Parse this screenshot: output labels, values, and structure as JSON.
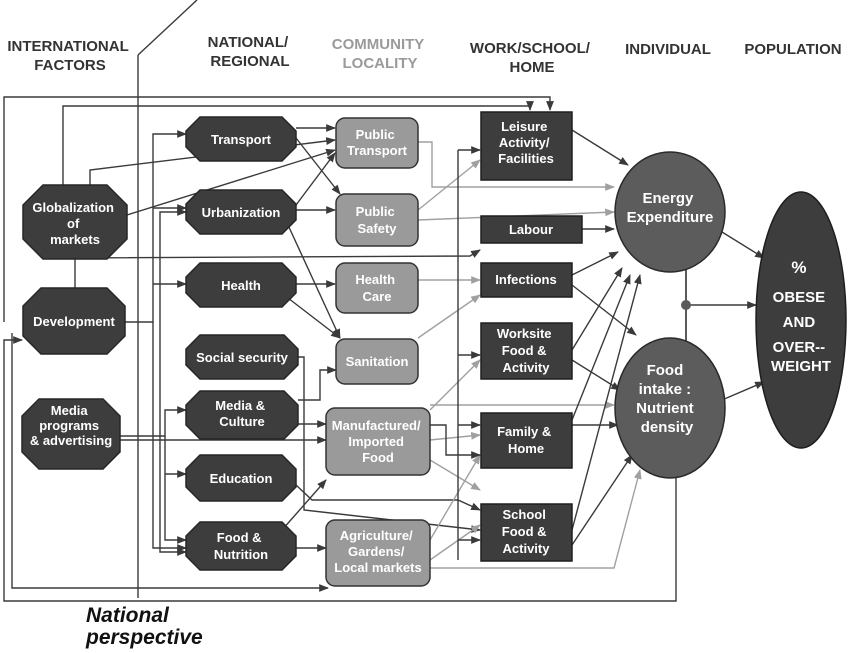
{
  "headers": {
    "international": [
      "INTERNATIONAL",
      "FACTORS"
    ],
    "national": [
      "NATIONAL/",
      "REGIONAL"
    ],
    "community": [
      "COMMUNITY",
      "LOCALITY"
    ],
    "work": [
      "WORK/SCHOOL/",
      "HOME"
    ],
    "individual": [
      "INDIVIDUAL"
    ],
    "population": [
      "POPULATION"
    ]
  },
  "nodes": {
    "globalization": [
      "Globalization",
      "of",
      "markets"
    ],
    "development": [
      "Development"
    ],
    "media_programs": [
      "Media",
      "programs",
      "& advertising"
    ],
    "transport": [
      "Transport"
    ],
    "urbanization": [
      "Urbanization"
    ],
    "health": [
      "Health"
    ],
    "social_security": [
      "Social security"
    ],
    "media_culture": [
      "Media &",
      "Culture"
    ],
    "education": [
      "Education"
    ],
    "food_nutrition": [
      "Food &",
      "Nutrition"
    ],
    "public_transport": [
      "Public",
      "Transport"
    ],
    "public_safety": [
      "Public",
      "Safety"
    ],
    "health_care": [
      "Health",
      "Care"
    ],
    "sanitation": [
      "Sanitation"
    ],
    "manufactured_food": [
      "Manufactured/",
      "Imported",
      "Food"
    ],
    "agriculture": [
      "Agriculture/",
      "Gardens/",
      "Local markets"
    ],
    "leisure": [
      "Leisure",
      "Activity/",
      "Facilities"
    ],
    "labour": [
      "Labour"
    ],
    "infections": [
      "Infections"
    ],
    "worksite": [
      "Worksite",
      "Food &",
      "Activity"
    ],
    "family_home": [
      "Family &",
      "Home"
    ],
    "school": [
      "School",
      "Food &",
      "Activity"
    ],
    "energy": [
      "Energy",
      "Expenditure"
    ],
    "food_intake": [
      "Food",
      "intake :",
      "Nutrient",
      "density"
    ],
    "obese": [
      "%",
      "OBESE",
      "AND",
      "OVER--",
      "WEIGHT"
    ]
  },
  "perspective": [
    "National",
    "perspective"
  ]
}
